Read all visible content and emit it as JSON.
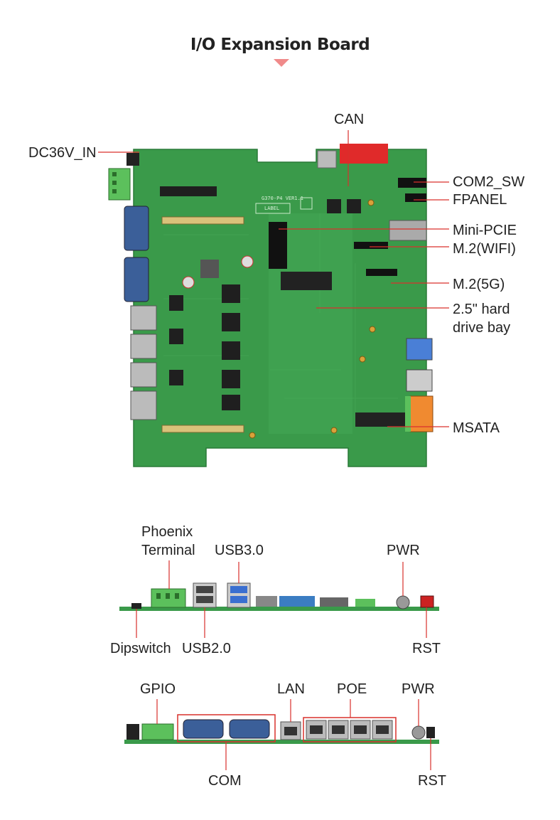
{
  "title": "I/O Expansion Board",
  "board_labels": {
    "can": "CAN",
    "dc_in": "DC36V_IN",
    "com2_sw": "COM2_SW",
    "fpanel": "FPANEL",
    "mini_pcie": "Mini-PCIE",
    "m2_wifi": "M.2(WIFI)",
    "m2_5g": "M.2(5G)",
    "hdd_line1": "2.5\" hard",
    "hdd_line2": "drive bay",
    "msata": "MSATA",
    "silk_model": "G370-P4 VER1.1",
    "silk_label": "LABEL"
  },
  "side_view_1": {
    "phoenix_line1": "Phoenix",
    "phoenix_line2": "Terminal",
    "usb30": "USB3.0",
    "pwr": "PWR",
    "dipswitch": "Dipswitch",
    "usb20": "USB2.0",
    "rst": "RST"
  },
  "side_view_2": {
    "gpio": "GPIO",
    "lan": "LAN",
    "poe": "POE",
    "pwr": "PWR",
    "com": "COM",
    "rst": "RST"
  },
  "colors": {
    "pcb": "#3a9a4a",
    "pcb_dark": "#2f8240",
    "callout_line": "#d9302c",
    "title_arrow": "#f08a8a"
  }
}
